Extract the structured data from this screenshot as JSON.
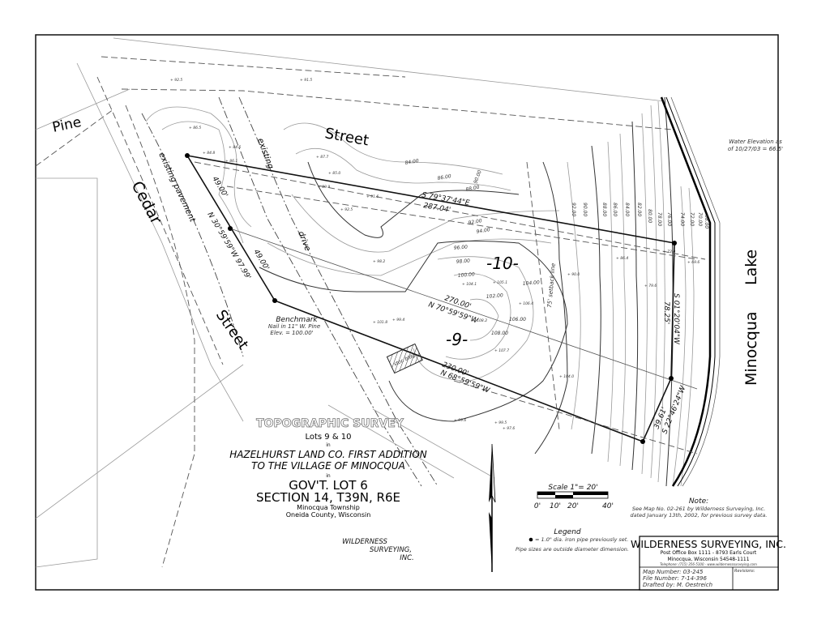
{
  "streets": {
    "pine": "Pine",
    "street_top": "Street",
    "cedar": "Cedar",
    "street_left": "Street",
    "existing": "existing",
    "existing_pavement": "existing pavement",
    "drive": "drive"
  },
  "lake": {
    "name_1": "Minocqua",
    "name_2": "Lake",
    "water_elevation_1": "Water Elevation as",
    "water_elevation_2": "of 10/27/03 = 66.5'"
  },
  "lots": {
    "lot_10": "-10-",
    "lot_9": "-9-"
  },
  "bearings": {
    "north_line_bearing": "S 79°37'44\"E",
    "north_line_dist": "287.04'",
    "middle_line_dist": "270.00'",
    "middle_line_bearing": "N 70°59'59\"W",
    "south_line_dist": "230.00'",
    "south_line_bearing": "N 68°59'59\"W",
    "west_seg1": "49.00'",
    "west_seg2": "49.00'",
    "west_bearing": "N 30°59'59\"W 97.99'",
    "east_seg1_dist": "78.25'",
    "east_seg1_bearing": "S 01°20'04\"W",
    "east_seg2_dist": "39.61'",
    "east_seg2_bearing": "S 22°46'24\"W",
    "setback": "75' setback line"
  },
  "benchmark": {
    "title": "Benchmark",
    "line1": "Nail in 11\" W. Pine",
    "line2": "Elev. = 100.00'"
  },
  "shed": "stor. bldg.",
  "contours": [
    "84.00",
    "86.00",
    "88.00",
    "90.00",
    "92.00",
    "94.00",
    "96.00",
    "98.00",
    "100.00",
    "102.00",
    "104.00",
    "106.00",
    "108.00",
    "92.00",
    "90.00",
    "88.00",
    "86.00",
    "84.00",
    "82.00",
    "80.00",
    "78.00",
    "76.00",
    "74.00",
    "72.00",
    "70.00",
    "68.00"
  ],
  "spots": [
    "92.5",
    "91.5",
    "86.5",
    "84.8",
    "86.1",
    "87.7",
    "85.0",
    "89.9",
    "91.6",
    "92.5",
    "84.6",
    "98.2",
    "99.4",
    "101.8",
    "104.1",
    "105.1",
    "106.4",
    "108.2",
    "107.7",
    "104.0",
    "99.6",
    "99.5",
    "97.6",
    "90.0",
    "86.4",
    "79.6",
    "72.0",
    "69.6"
  ],
  "title_block": {
    "heading": "TOPOGRAPHIC SURVEY",
    "lots": "Lots 9 & 10",
    "in1": "in",
    "addition_1": "HAZELHURST LAND CO. FIRST ADDITION",
    "addition_2": "TO THE VILLAGE OF MINOCQUA",
    "in2": "in",
    "govt_lot": "GOV'T. LOT 6",
    "section": "SECTION 14, T39N, R6E",
    "township": "Minocqua Township",
    "county": "Oneida County, Wisconsin",
    "firm_1": "WILDERNESS",
    "firm_2": "SURVEYING,",
    "firm_3": "INC."
  },
  "scale": {
    "label": "Scale 1\"= 20'",
    "ticks": [
      "0'",
      "10'",
      "20'",
      "40'"
    ]
  },
  "note": {
    "title": "Note:",
    "line1": "See Map No. 02-261 by Wilderness Surveying, Inc.",
    "line2": "dated January 13th, 2002, for previous survey data."
  },
  "legend": {
    "title": "Legend",
    "item": "= 1.0\" dia. iron pipe previously set.",
    "note": "Pipe sizes are outside diameter dimension."
  },
  "firm_block": {
    "name": "WILDERNESS SURVEYING, INC.",
    "address": "Post Office Box 1111  -  8793 Earls Court",
    "city": "Minocqua, Wisconsin  54548-1111",
    "contact": "Telephone: (715) 356-5100 · www.wildernesssurveying.com",
    "map_number": "Map Number: 03-245",
    "file_number": "File Number: 7-14-396",
    "drafted_by": "Drafted by: M. Oestreich",
    "revisions": "Revisions:"
  }
}
